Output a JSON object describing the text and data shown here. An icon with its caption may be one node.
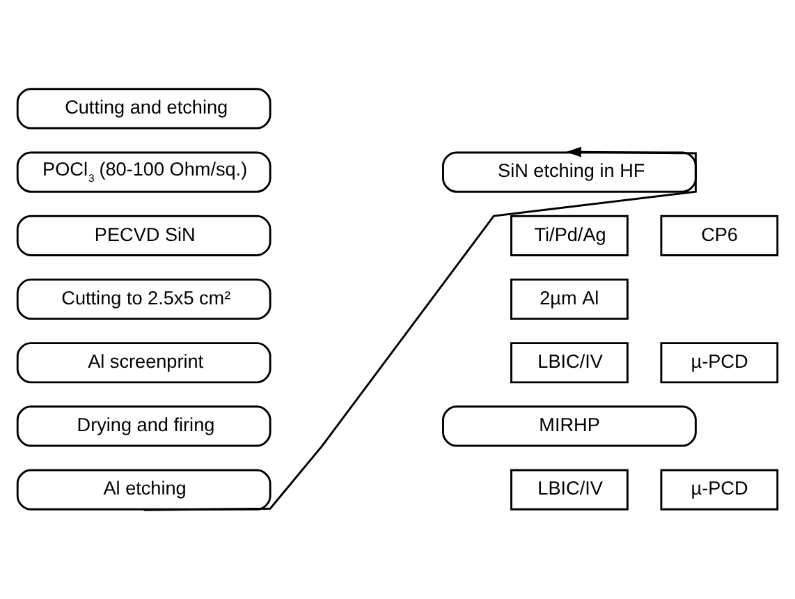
{
  "diagram": {
    "nodes": [
      {
        "text": [
          "Cutting and etching"
        ]
      },
      {
        "text": [
          "POCl$_{3}$ (80-100 Ohm/sq.)"
        ]
      },
      {
        "text": [
          "PECVD SiN"
        ]
      },
      {
        "text": [
          "Cutting to 2.5x5 cm²"
        ]
      },
      {
        "text": [
          "Al screenprint"
        ]
      },
      {
        "text": [
          "Drying and firing"
        ]
      },
      {
        "text": [
          "Al etching"
        ]
      },
      {
        "text": [
          "SiN etching in HF"
        ]
      },
      {
        "text": [
          "Ti/Pd/Ag"
        ]
      },
      {
        "text": [
          "CP6"
        ]
      },
      {
        "text": [
          "2µm Al"
        ]
      },
      {
        "text": [
          "LBIC/IV"
        ]
      },
      {
        "text": [
          "µ-PCD"
        ]
      },
      {
        "text": [
          "MIRHP"
        ]
      },
      {
        "text": [
          "LBIC/IV"
        ]
      },
      {
        "text": [
          "µ-PCD"
        ]
      }
    ],
    "edges": [
      {
        "from": 6,
        "to": 7,
        "arrow": "to"
      }
    ]
  }
}
